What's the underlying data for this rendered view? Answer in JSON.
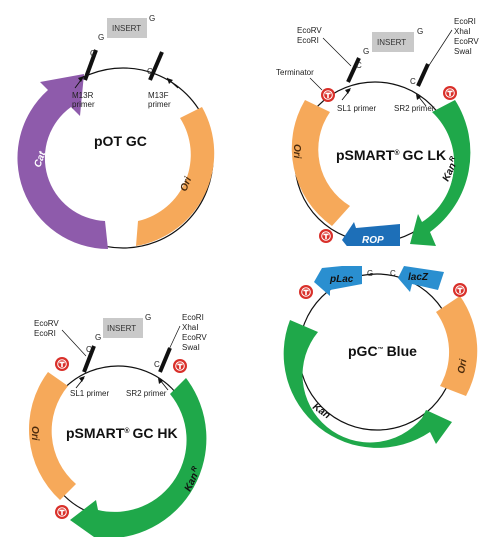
{
  "colors": {
    "ori": "#f6a95a",
    "cat": "#8e5bab",
    "kan": "#1fa84a",
    "rop": "#1d6fb8",
    "lac": "#2a8fd0",
    "insert_box": "#c9c9c9",
    "terminator": "#d9302a",
    "backbone": "#111111"
  },
  "insert_label": "INSERT",
  "g_label": "G",
  "c_label": "C",
  "terminator_glyph": "T",
  "pot": {
    "title": "pOT GC",
    "cat": "Cat",
    "ori": "Ori",
    "m13r_primer": [
      "M13R",
      "primer"
    ],
    "m13f_primer": [
      "M13F",
      "primer"
    ]
  },
  "lk": {
    "title": "pSMART",
    "title_mark": "®",
    "title_suffix": "GC LK",
    "ori": "Ori",
    "kan": "Kan",
    "kan_suffix": "R",
    "rop": "ROP",
    "terminator": "Terminator",
    "left_sites": [
      "EcoRV",
      "EcoRI"
    ],
    "right_sites": [
      "EcoRI",
      "XhaI",
      "EcoRV",
      "SwaI"
    ],
    "sl1_primer": "SL1 primer",
    "sr2_primer": "SR2 primer"
  },
  "hk": {
    "title": "pSMART",
    "title_mark": "®",
    "title_suffix": "GC HK",
    "ori": "Ori",
    "kan": "Kan",
    "kan_suffix": "R",
    "left_sites": [
      "EcoRV",
      "EcoRI"
    ],
    "right_sites": [
      "EcoRI",
      "XhaI",
      "EcoRV",
      "SwaI"
    ],
    "sl1_primer": "SL1 primer",
    "sr2_primer": "SR2 primer"
  },
  "blue": {
    "title": "pGC",
    "title_mark": "™",
    "title_suffix": "Blue",
    "kan": "Kan",
    "ori": "Ori",
    "plac": "pLac",
    "lacz": "lacZ"
  }
}
